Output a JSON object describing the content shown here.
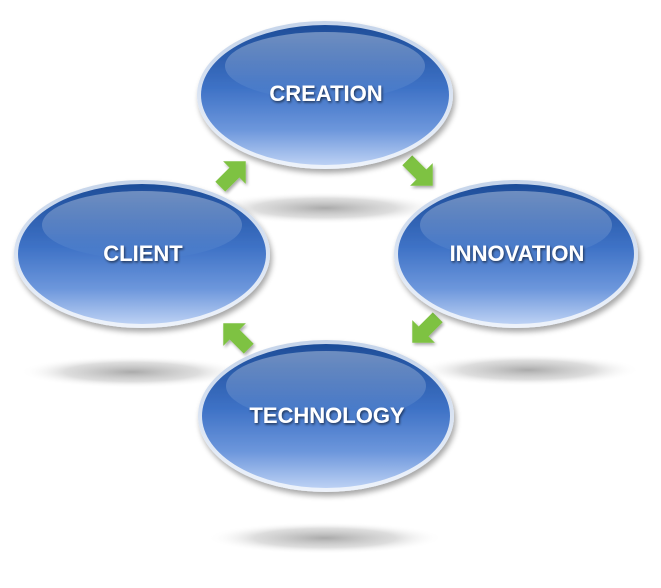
{
  "diagram": {
    "nodes": {
      "creation": "CREATION",
      "innovation": "INNOVATION",
      "technology": "TECHNOLOGY",
      "client": "CLIENT"
    },
    "colors": {
      "ellipse_top": "#1f4f9c",
      "ellipse_mid": "#3c71c5",
      "ellipse_bottom": "#b6cdf3",
      "ellipse_rim": "#dbe6f6",
      "arrow": "#7ec242",
      "shadow": "#9a9a9a"
    }
  }
}
